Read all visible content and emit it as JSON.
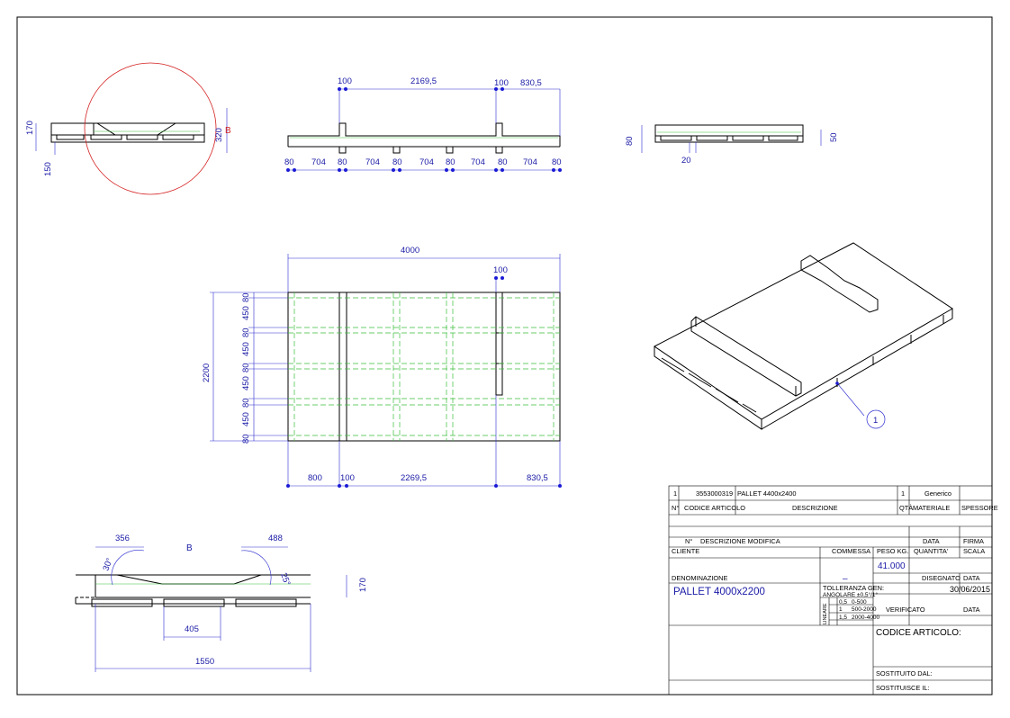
{
  "drawing": {
    "dims": {
      "top_left_170": "170",
      "top_left_150": "150",
      "top_left_320": "320",
      "detail_b_letter": "B",
      "front_100a": "100",
      "front_2169": "2169,5",
      "front_100b": "100",
      "front_830": "830,5",
      "front_80": "80",
      "front_704": "704",
      "side_80": "80",
      "side_50": "50",
      "side_20": "20",
      "plan_4000": "4000",
      "plan_100": "100",
      "plan_2200": "2200",
      "plan_80": "80",
      "plan_450": "450",
      "plan_800": "800",
      "plan_100b": "100",
      "plan_2269": "2269,5",
      "plan_830": "830,5",
      "detail_356": "356",
      "detail_488": "488",
      "detail_b": "B",
      "detail_30": "30°",
      "detail_25": "25°",
      "detail_170": "170",
      "detail_405": "405",
      "detail_1550": "1550",
      "balloon": "1"
    }
  },
  "title_block": {
    "row1": {
      "num": "1",
      "code": "3553000319",
      "desc": "PALLET 4400x2400",
      "qty": "1",
      "material": "Generico",
      "thickness": ""
    },
    "header": {
      "num": "N°",
      "code": "CODICE ARTICOLO",
      "desc": "DESCRIZIONE",
      "qty": "QTÀ",
      "material": "MATERIALE",
      "thickness": "SPESSORE"
    },
    "mod_header": {
      "num": "N°",
      "desc": "DESCRIZIONE MODIFICA",
      "date": "DATA",
      "sign": "FIRMA"
    },
    "labels": {
      "cliente": "CLIENTE",
      "commessa": "COMMESSA",
      "peso": "PESO KG.",
      "quantita": "QUANTITA'",
      "scala": "SCALA",
      "denominazione": "DENOMINAZIONE",
      "disegnato": "DISEGNATO",
      "data": "DATA",
      "tolleranza": "TOLLERANZA GEN:",
      "angolare": "ANGOLARE ±0,5°/1°",
      "verificato": "VERIFICATO",
      "data2": "DATA",
      "codice_articolo": "CODICE ARTICOLO:",
      "sostituito": "SOSTITUITO DAL:",
      "sostituisce": "SOSTITUISCE IL:"
    },
    "values": {
      "commessa": "–",
      "peso": "41.000",
      "denominazione": "PALLET 4000x2200",
      "data": "30/06/2015"
    },
    "tolerance_rows": [
      {
        "tol": "0,5",
        "range": "0-500"
      },
      {
        "tol": "1",
        "range": "500-2000"
      },
      {
        "tol": "1,5",
        "range": "2000-4000"
      }
    ],
    "tolerance_side": "LINEARE"
  },
  "colors": {
    "dimension": "#1a1aa6",
    "hidden_line": "#3bbf3b",
    "detail_circle": "#d42020"
  }
}
